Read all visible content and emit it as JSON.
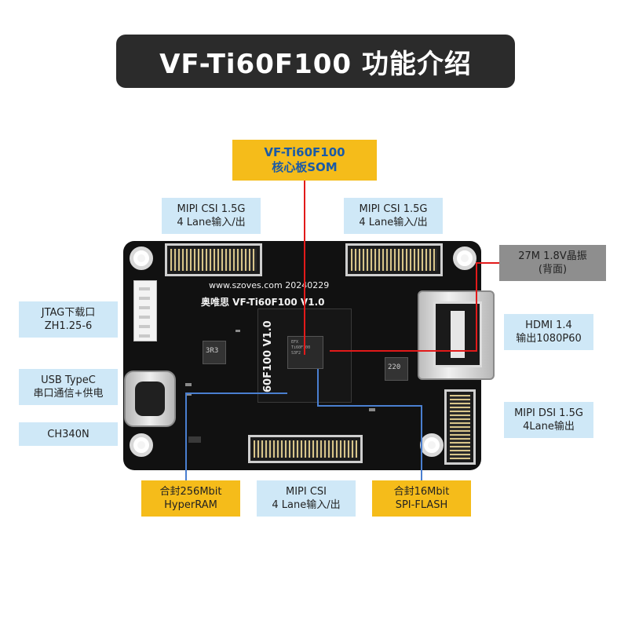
{
  "title": "VF-Ti60F100 功能介绍",
  "som_label": {
    "line1": "VF-Ti60F100",
    "line2": "核心板SOM"
  },
  "labels": {
    "mipi_csi_left": {
      "line1": "MIPI CSI 1.5G",
      "line2": "4 Lane输入/出"
    },
    "mipi_csi_right": {
      "line1": "MIPI CSI 1.5G",
      "line2": "4 Lane输入/出"
    },
    "crystal": {
      "line1": "27M 1.8V晶振",
      "line2": "(背面)"
    },
    "jtag": {
      "line1": "JTAG下载口",
      "line2": "ZH1.25-6"
    },
    "hdmi": {
      "line1": "HDMI 1.4",
      "line2": "输出1080P60"
    },
    "usb": {
      "line1": "USB TypeC",
      "line2": "串口通信+供电"
    },
    "mipi_dsi": {
      "line1": "MIPI DSI 1.5G",
      "line2": "4Lane输出"
    },
    "ch340": {
      "line1": "CH340N"
    },
    "hyperram": {
      "line1": "合封256Mbit",
      "line2": "HyperRAM"
    },
    "mipi_csi_bottom": {
      "line1": "MIPI CSI",
      "line2": "4 Lane输入/出"
    },
    "spi_flash": {
      "line1": "合封16Mbit",
      "line2": "SPI-FLASH"
    }
  },
  "board_silk": {
    "url_date": "www.szoves.com 20240229",
    "brand_version": "奥唯思 VF-Ti60F100 V1.0",
    "module_text": "60F100\nV1.0",
    "inductor_left": "3R3",
    "inductor_right": "220"
  },
  "colors": {
    "title_bg": "#2b2b2b",
    "label_blue": "#cfe8f7",
    "label_yellow": "#f5bc1a",
    "label_gray": "#8e8e8e",
    "line_red": "#e21a1a",
    "line_blue": "#4a7fd0"
  }
}
